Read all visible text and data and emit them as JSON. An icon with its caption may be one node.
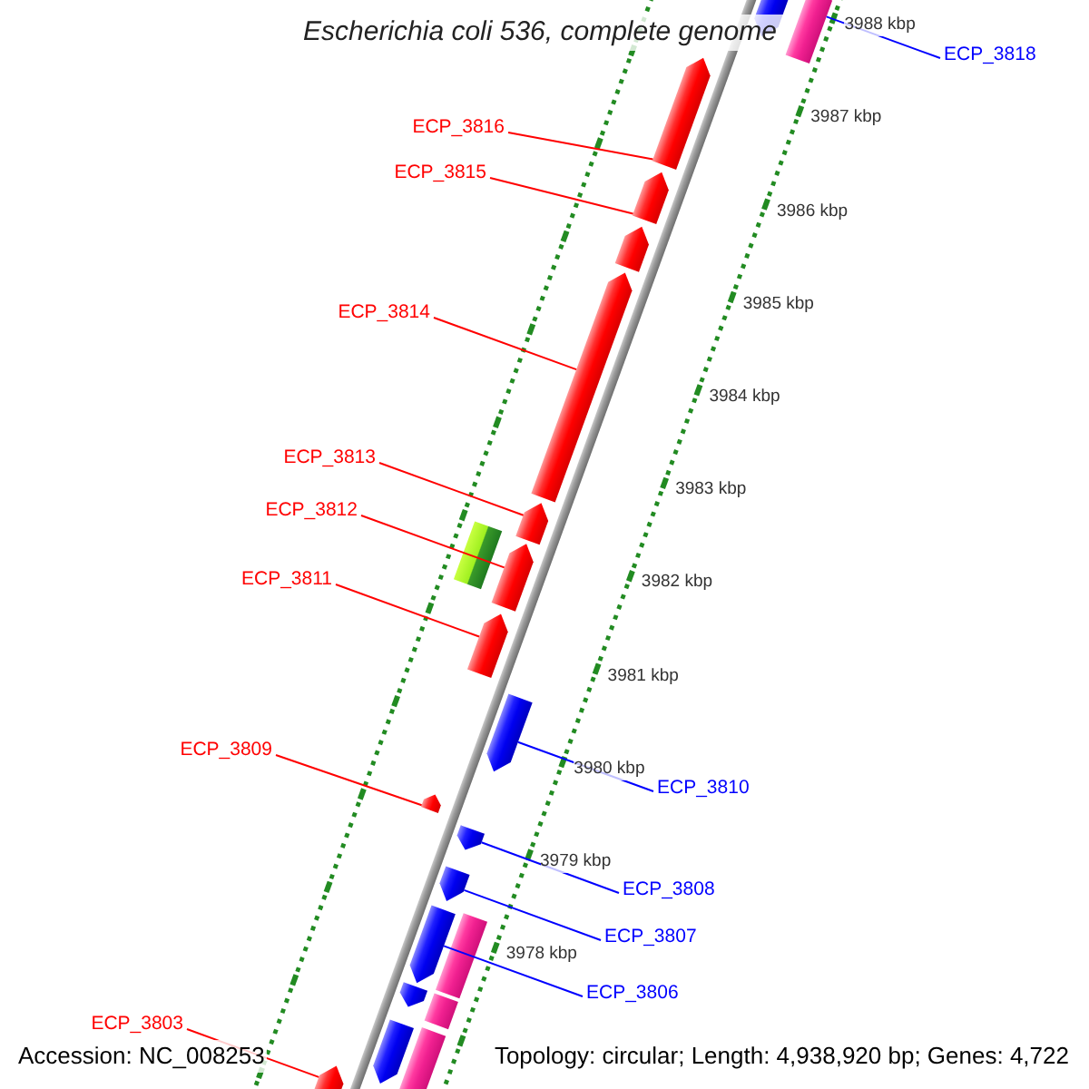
{
  "diagram": {
    "title": "Escherichia coli 536, complete genome",
    "nodes": [
      {
        "text": [
          "ECP_3818"
        ]
      },
      {
        "text": [
          "ECP_3816"
        ]
      },
      {
        "text": [
          "ECP_3815"
        ]
      },
      {
        "text": [
          "ECP_3814"
        ]
      },
      {
        "text": [
          "ECP_3813"
        ]
      },
      {
        "text": [
          "ECP_3812"
        ]
      },
      {
        "text": [
          "ECP_3811"
        ]
      },
      {
        "text": [
          "ECP_3809"
        ]
      },
      {
        "text": [
          "ECP_3810"
        ]
      },
      {
        "text": [
          "ECP_3808"
        ]
      },
      {
        "text": [
          "ECP_3807"
        ]
      },
      {
        "text": [
          "ECP_3806"
        ]
      },
      {
        "text": [
          "ECP_3803"
        ]
      },
      {
        "text": [],
        "shape": "bar"
      },
      {
        "text": [],
        "shape": "bar"
      },
      {
        "text": [],
        "shape": "bar"
      },
      {
        "text": [],
        "shape": "bar"
      },
      {
        "text": [],
        "shape": "bar"
      },
      {
        "text": [],
        "shape": "bar"
      },
      {
        "text": [],
        "shape": "bar"
      },
      {
        "text": [],
        "shape": "bar"
      },
      {
        "text": [],
        "shape": "bar"
      },
      {
        "text": [],
        "shape": "bar"
      },
      {
        "text": [],
        "shape": "bar"
      },
      {
        "text": [],
        "shape": "bar"
      },
      {
        "text": [],
        "shape": "bar"
      },
      {
        "text": [],
        "shape": "bar"
      },
      {
        "text": [],
        "shape": "bar"
      },
      {
        "text": [],
        "shape": "bar"
      },
      {
        "text": [],
        "shape": "bar"
      },
      {
        "text": [],
        "shape": "bar"
      },
      {
        "text": [],
        "shape": "bar"
      },
      {
        "text": [],
        "shape": "bar"
      },
      {
        "text": [],
        "shape": "bar"
      }
    ],
    "edges": [
      {
        "from": 0,
        "to": 14,
        "arrow": "none",
        "color": "#0000ff"
      },
      {
        "from": 1,
        "to": 15,
        "arrow": "none"
      },
      {
        "from": 2,
        "to": 16,
        "arrow": "none"
      },
      {
        "from": 3,
        "to": 18,
        "arrow": "none"
      },
      {
        "from": 4,
        "to": 19,
        "arrow": "none"
      },
      {
        "from": 5,
        "to": 20,
        "arrow": "none"
      },
      {
        "from": 6,
        "to": 22,
        "arrow": "none"
      },
      {
        "from": 7,
        "to": 24,
        "arrow": "none"
      },
      {
        "from": 8,
        "to": 23,
        "arrow": "none",
        "color": "#0000ff"
      },
      {
        "from": 9,
        "to": 25,
        "arrow": "none",
        "color": "#0000ff"
      },
      {
        "from": 10,
        "to": 26,
        "arrow": "none",
        "color": "#0000ff"
      },
      {
        "from": 11,
        "to": 27,
        "arrow": "none",
        "color": "#0000ff"
      },
      {
        "from": 12,
        "to": 33,
        "arrow": "none"
      }
    ],
    "labels": [
      "3988 kbp",
      "3987 kbp",
      "3986 kbp",
      "3985 kbp",
      "3984 kbp",
      "3983 kbp",
      "3982 kbp",
      "3981 kbp",
      "3980 kbp",
      "3979 kbp",
      "3978 kbp",
      "Accession: NC_008253",
      "Topology: circular; Length: 4,938,920 bp; Genes: 4,722"
    ]
  }
}
